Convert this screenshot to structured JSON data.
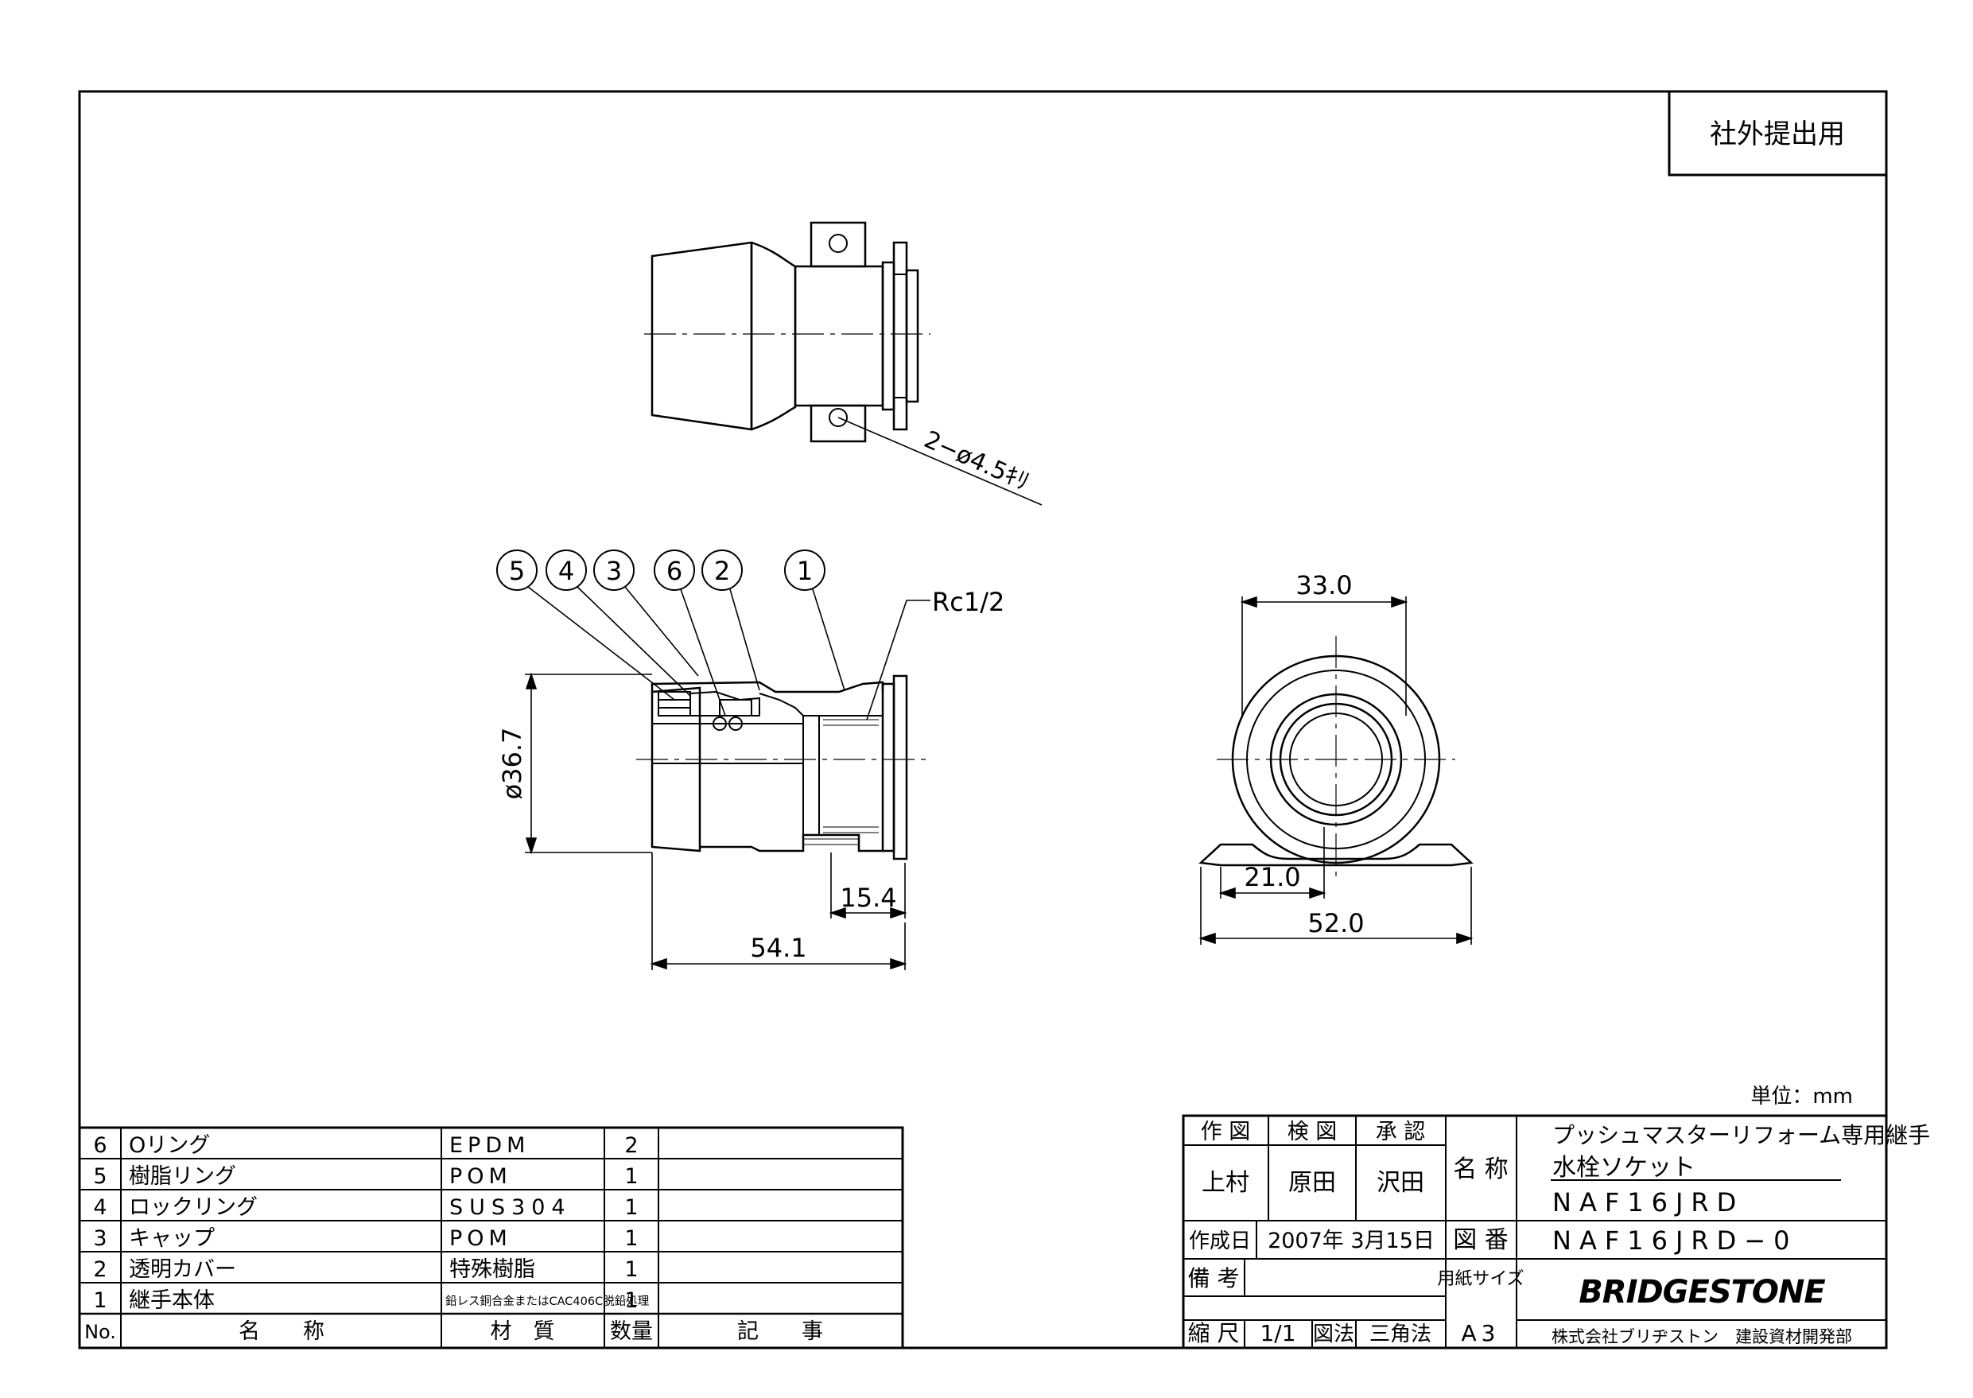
{
  "stamp": "社外提出用",
  "unit": "単位：mm",
  "annotations": {
    "hole": "2−ø4.5ｷﾘ",
    "thread": "Rc1/2"
  },
  "balloons": [
    "5",
    "4",
    "3",
    "6",
    "2",
    "1"
  ],
  "dimensions": {
    "dia": "ø36.7",
    "d15": "15.4",
    "d54": "54.1",
    "d33": "33.0",
    "d21": "21.0",
    "d52": "52.0"
  },
  "parts": {
    "rows": [
      {
        "no": "6",
        "name": "Oリング",
        "material": "EPDM",
        "qty": "2",
        "note": ""
      },
      {
        "no": "5",
        "name": "樹脂リング",
        "material": "POM",
        "qty": "1",
        "note": ""
      },
      {
        "no": "4",
        "name": "ロックリング",
        "material": "SUS304",
        "qty": "1",
        "note": ""
      },
      {
        "no": "3",
        "name": "キャップ",
        "material": "POM",
        "qty": "1",
        "note": ""
      },
      {
        "no": "2",
        "name": "透明カバー",
        "material": "特殊樹脂",
        "qty": "1",
        "note": ""
      },
      {
        "no": "1",
        "name": "継手本体",
        "material": "鉛レス銅合金またはCAC406C脱鉛処理",
        "qty": "1",
        "note": ""
      }
    ],
    "header": {
      "no": "No.",
      "name": "名　　称",
      "material": "材　質",
      "qty": "数量",
      "note": "記　　事"
    }
  },
  "title_block": {
    "drawn_label": "作 図",
    "checked_label": "検 図",
    "approved_label": "承 認",
    "drawn_by": "上村",
    "checked_by": "原田",
    "approved_by": "沢田",
    "name_label": "名 称",
    "name_line1": "プッシュマスターリフォーム専用継手",
    "name_line2": "水栓ソケット",
    "name_line3": "NAF16JRD",
    "date_label": "作成日",
    "date": "2007年 3月15日",
    "drawing_no_label": "図 番",
    "drawing_no": "NAF16JRD−0",
    "remarks_label": "備 考",
    "remarks": "",
    "paper_label": "用紙サイズ",
    "paper": "A3",
    "scale_label": "縮 尺",
    "scale": "1/1",
    "method_label": "図法",
    "method": "三角法",
    "brand": "BRIDGESTONE",
    "company": "株式会社ブリヂストン　建設資材開発部"
  }
}
